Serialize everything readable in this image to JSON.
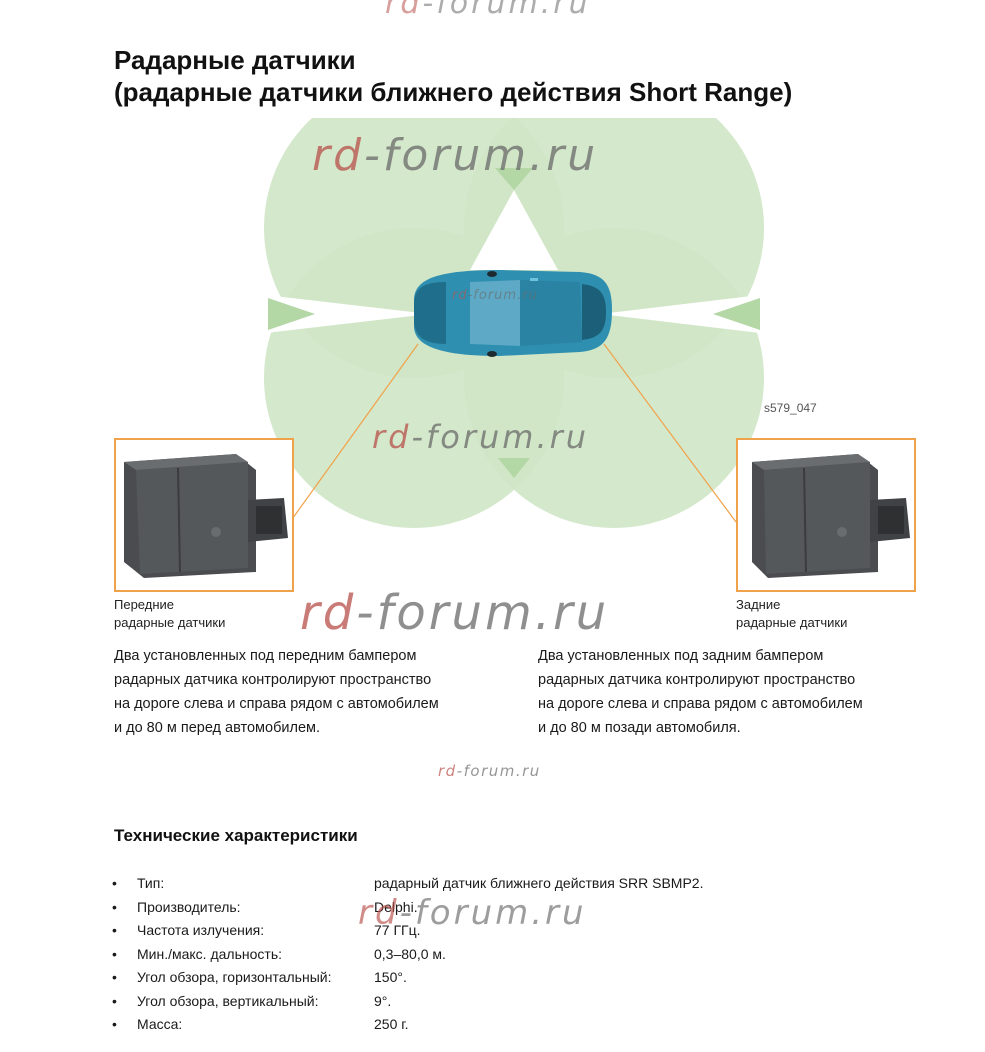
{
  "watermark": {
    "text_red": "rd",
    "text_gray": "-forum.ru"
  },
  "title": {
    "line1": "Радарные датчики",
    "line2": "(радарные датчики ближнего действия Short Range)"
  },
  "figure": {
    "id": "s579_047",
    "colors": {
      "coverage": "#cfe6c5",
      "coverage_overlap": "#b4d7a6",
      "car_body": "#2f8fb0",
      "callout": "#f0a24a",
      "sensor_body": "#4a4c4f"
    },
    "front_caption": [
      "Передние",
      "радарные датчики"
    ],
    "rear_caption": [
      "Задние",
      "радарные датчики"
    ]
  },
  "descriptions": {
    "front": [
      "Два установленных под передним бампером",
      "радарных датчика контролируют пространство",
      "на дороге слева и справа рядом с автомобилем",
      "и до 80 м перед автомобилем."
    ],
    "rear": [
      "Два установленных под задним бампером",
      "радарных датчика контролируют пространство",
      "на дороге слева и справа рядом с автомобилем",
      "и до 80 м позади автомобиля."
    ]
  },
  "specs": {
    "heading": "Технические характеристики",
    "bullet": "•",
    "items": [
      {
        "label": "Тип:",
        "value": "радарный датчик ближнего действия SRR SBMP2."
      },
      {
        "label": "Производитель:",
        "value": "Delphi."
      },
      {
        "label": "Частота излучения:",
        "value": "77 ГГц."
      },
      {
        "label": "Мин./макс. дальность:",
        "value": "0,3–80,0 м."
      },
      {
        "label": "Угол обзора, горизонтальный:",
        "value": "150°."
      },
      {
        "label": "Угол обзора, вертикальный:",
        "value": "9°."
      },
      {
        "label": "Масса:",
        "value": "250 г."
      }
    ]
  }
}
